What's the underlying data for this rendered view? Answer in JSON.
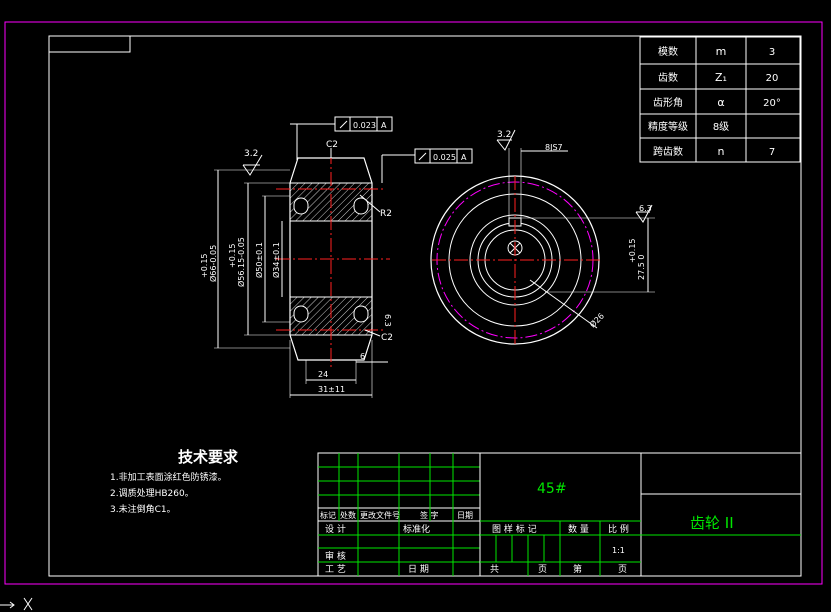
{
  "param_table": {
    "rows": [
      {
        "name": "模数",
        "symbol": "m",
        "value": "3"
      },
      {
        "name": "齿数",
        "symbol": "Z₁",
        "value": "20"
      },
      {
        "name": "齿形角",
        "symbol": "α",
        "value": "20°"
      },
      {
        "name": "精度等级",
        "symbol": "8级",
        "value": ""
      },
      {
        "name": "跨齿数",
        "symbol": "n",
        "value": "7"
      }
    ]
  },
  "tech_requirements": {
    "title": "技术要求",
    "items": [
      "1.非加工表面涂红色防锈漆。",
      "2.调质处理HB260。",
      "3.未注倒角C1。"
    ]
  },
  "title_block": {
    "material": "45#",
    "part_name": "齿轮 II",
    "hdr_marks": "标记",
    "hdr_count": "处数",
    "hdr_change": "更改文件号",
    "hdr_sign": "签 字",
    "hdr_date": "日期",
    "design": "设 计",
    "standard": "标准化",
    "drawing_mark": "图 样 标 记",
    "quantity": "数 量",
    "scale_label": "比 例",
    "scale_value": "1:1",
    "review": "审 核",
    "process": "工 艺",
    "date2": "日 期",
    "total": "共",
    "page1": "页",
    "sheet": "第",
    "page2": "页"
  },
  "left_view": {
    "chamfer_top": "C2",
    "chamfer_bottom": "C2",
    "roughness_top": "3.2",
    "fillet": "R2",
    "rough_side": "6.3",
    "tol1_value": "0.023",
    "tol1_datum": "A",
    "tol2_value": "0.025",
    "tol2_datum": "A",
    "dim_od_tol": "+0.15",
    "dim_od": "Ø66-0.05",
    "dim_pitch_tol": "+0.15",
    "dim_pitch": "Ø56.15-0.05",
    "dim_hub": "Ø50±0.1",
    "dim_bore": "Ø34±0.1",
    "dim_6": "6",
    "dim_24": "24",
    "dim_31": "31±11"
  },
  "right_view": {
    "roughness_top": "3.2",
    "keyway": "8JS7",
    "rough_right": "6.3",
    "dim_key_tol": "+0.15",
    "dim_key": "27.5 0",
    "dim_dia": "Ø26"
  },
  "colors": {
    "frame": "#ff00ff",
    "lines": "#ffffff",
    "table_lines": "#00e600",
    "center_lines": "#ff2020",
    "pitch_circle": "#ff00ff",
    "leader": "#00ffff"
  }
}
